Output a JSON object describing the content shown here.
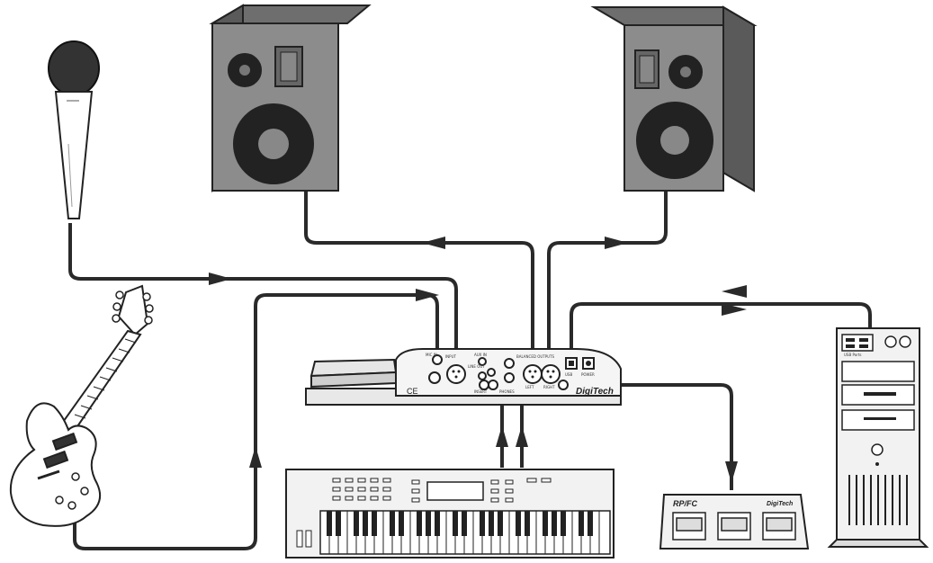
{
  "devices": {
    "main_unit": {
      "brand": "DigiTech",
      "ce_mark": "CE",
      "jack_labels": [
        "MIC IN",
        "INPUT",
        "AUX IN",
        "LINE OUT",
        "INSERT",
        "PHONES",
        "BALANCED OUTPUTS",
        "LEFT",
        "RIGHT",
        "USB",
        "POWER"
      ]
    },
    "footswitch": {
      "model": "RP/FC",
      "brand": "DigiTech"
    },
    "computer": {
      "ports_label": "USB Ports"
    }
  },
  "colors": {
    "cable": "#2a2a2a",
    "speaker_front": "#8c8c8c",
    "speaker_side": "#5e5e5e",
    "device_fill": "#f2f2f2",
    "outline": "#222222"
  }
}
